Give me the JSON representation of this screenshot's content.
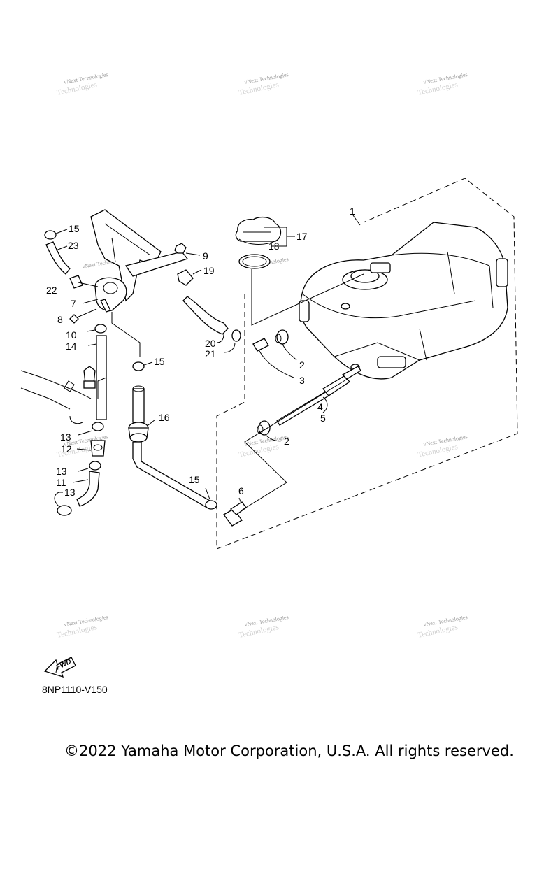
{
  "diagram": {
    "code": "8NP1110-V150",
    "fwd_label": "FWD",
    "copyright": "©2022 Yamaha Motor Corporation, U.S.A. All rights reserved.",
    "watermark_top": "vNext Technologies",
    "watermark_bottom": "Technologies",
    "callouts": [
      "1",
      "2",
      "2",
      "3",
      "4",
      "5",
      "6",
      "7",
      "8",
      "9",
      "10",
      "11",
      "12",
      "13",
      "13",
      "13",
      "14",
      "15",
      "15",
      "15",
      "16",
      "17",
      "18",
      "19",
      "20",
      "21",
      "22",
      "23"
    ]
  }
}
